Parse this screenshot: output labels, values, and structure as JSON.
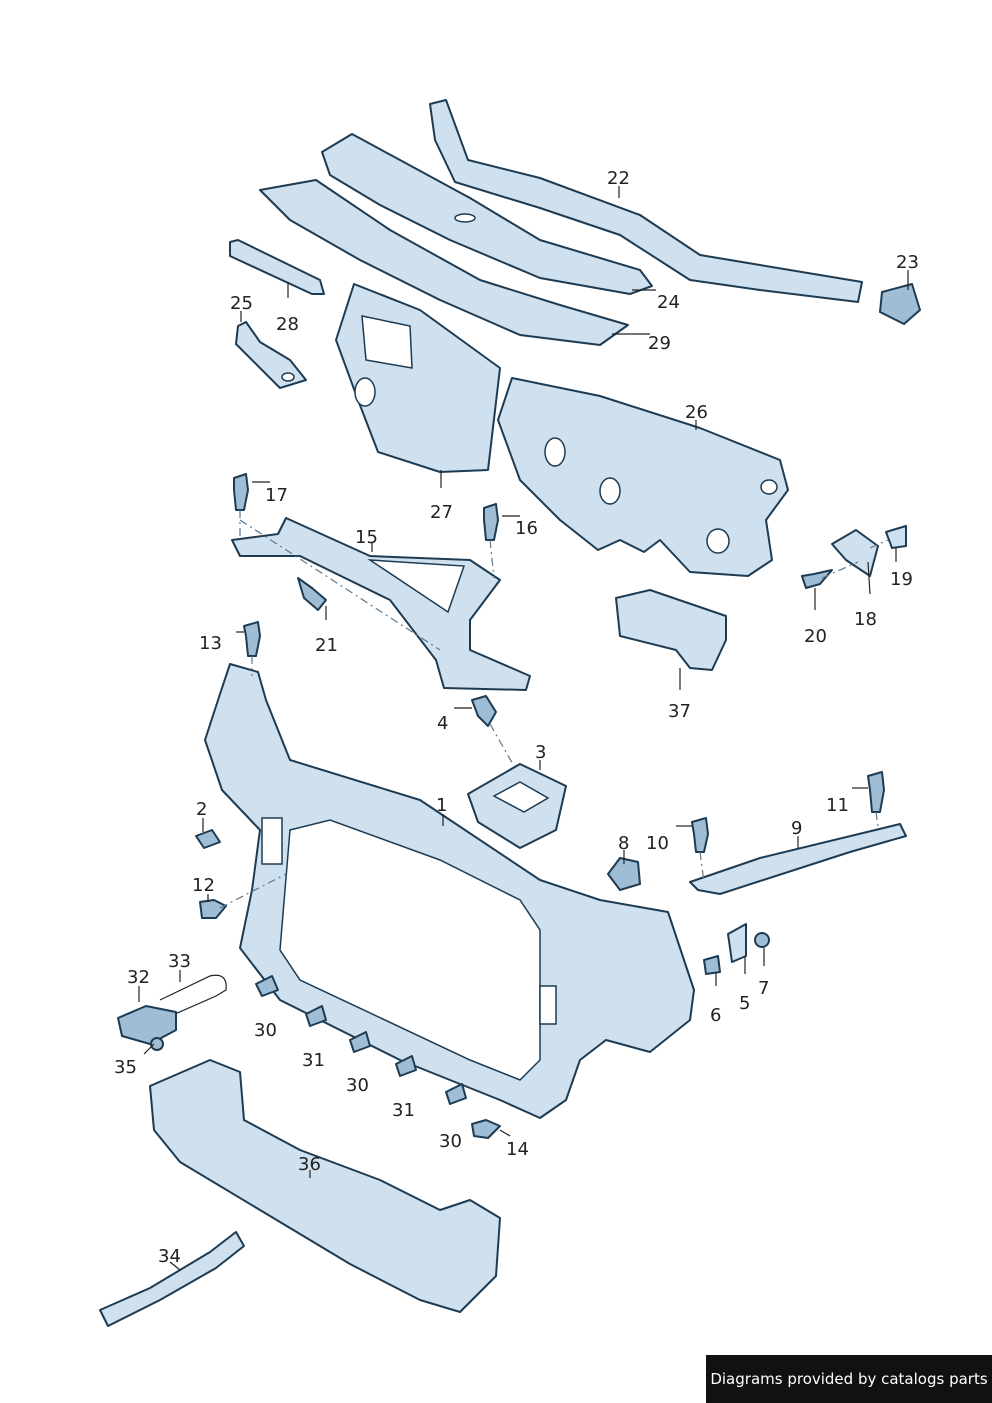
{
  "credit": "Diagrams provided by catalogs parts",
  "colors": {
    "part_fill": "#cfe0ee",
    "part_shade": "#9fbdd4",
    "outline": "#1d3b52",
    "badge_bg": "#111111"
  },
  "callouts": [
    {
      "id": "1",
      "label": "1"
    },
    {
      "id": "2",
      "label": "2"
    },
    {
      "id": "3",
      "label": "3"
    },
    {
      "id": "4",
      "label": "4"
    },
    {
      "id": "5",
      "label": "5"
    },
    {
      "id": "6",
      "label": "6"
    },
    {
      "id": "7",
      "label": "7"
    },
    {
      "id": "8",
      "label": "8"
    },
    {
      "id": "9",
      "label": "9"
    },
    {
      "id": "10",
      "label": "10"
    },
    {
      "id": "11",
      "label": "11"
    },
    {
      "id": "12",
      "label": "12"
    },
    {
      "id": "13",
      "label": "13"
    },
    {
      "id": "14",
      "label": "14"
    },
    {
      "id": "15",
      "label": "15"
    },
    {
      "id": "16",
      "label": "16"
    },
    {
      "id": "17",
      "label": "17"
    },
    {
      "id": "18",
      "label": "18"
    },
    {
      "id": "19",
      "label": "19"
    },
    {
      "id": "20",
      "label": "20"
    },
    {
      "id": "21",
      "label": "21"
    },
    {
      "id": "22",
      "label": "22"
    },
    {
      "id": "23",
      "label": "23"
    },
    {
      "id": "24",
      "label": "24"
    },
    {
      "id": "25",
      "label": "25"
    },
    {
      "id": "26",
      "label": "26"
    },
    {
      "id": "27",
      "label": "27"
    },
    {
      "id": "28",
      "label": "28"
    },
    {
      "id": "29",
      "label": "29"
    },
    {
      "id": "30a",
      "label": "30"
    },
    {
      "id": "30b",
      "label": "30"
    },
    {
      "id": "30c",
      "label": "30"
    },
    {
      "id": "31a",
      "label": "31"
    },
    {
      "id": "31b",
      "label": "31"
    },
    {
      "id": "32",
      "label": "32"
    },
    {
      "id": "33",
      "label": "33"
    },
    {
      "id": "34",
      "label": "34"
    },
    {
      "id": "35",
      "label": "35"
    },
    {
      "id": "36",
      "label": "36"
    },
    {
      "id": "37",
      "label": "37"
    }
  ]
}
